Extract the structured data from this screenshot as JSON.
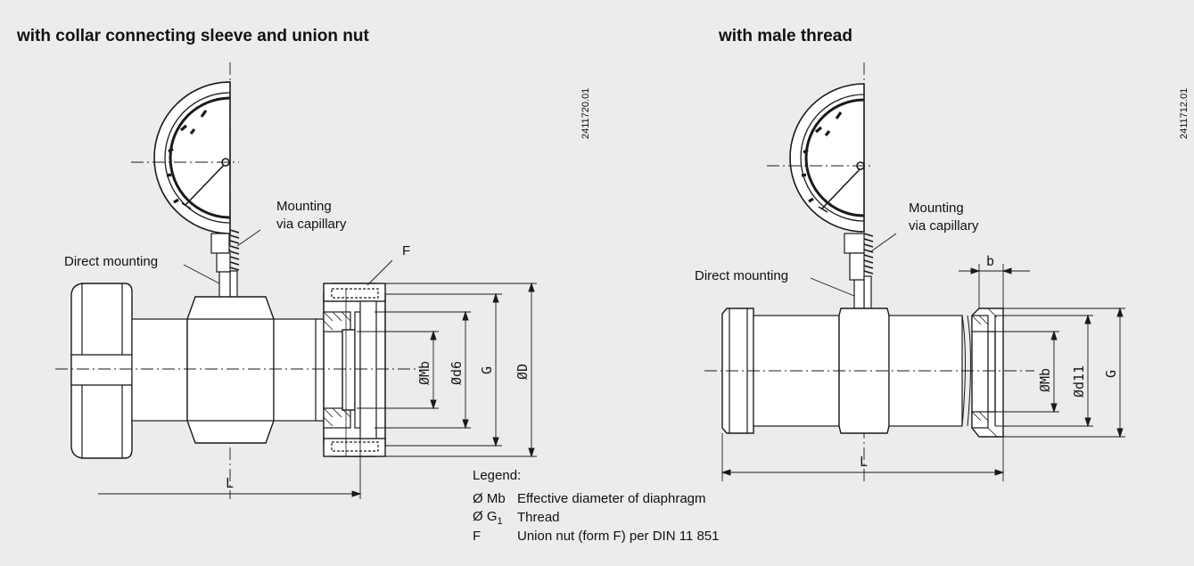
{
  "headings": {
    "left": "with collar connecting sleeve and union nut",
    "right": "with male thread"
  },
  "drawing_numbers": {
    "left": "2411720.01",
    "right": "2411712.01"
  },
  "callouts": {
    "left_capillary": [
      "Mounting",
      "via capillary"
    ],
    "left_direct": "Direct mounting",
    "left_nut_label": "F",
    "right_capillary": [
      "Mounting",
      "via capillary"
    ],
    "right_direct": "Direct mounting"
  },
  "dimensions": {
    "left": {
      "mb": "ØMb",
      "d6": "Ød6",
      "g": "G",
      "d": "ØD",
      "l": "L"
    },
    "right": {
      "b": "b",
      "mb": "ØMb",
      "d11": "Ød11",
      "g": "G",
      "l": "L"
    }
  },
  "legend": {
    "title": "Legend:",
    "items": [
      {
        "symbol": "Ø Mb",
        "text": "Effective diameter of diaphragm"
      },
      {
        "symbol": "Ø G",
        "subscript": "1",
        "text": "Thread"
      },
      {
        "symbol": "F",
        "text": "Union nut (form F) per DIN 11 851"
      }
    ]
  },
  "colors": {
    "background": "#ececed",
    "line": "#1a1a1a",
    "fill": "#ffffff"
  }
}
